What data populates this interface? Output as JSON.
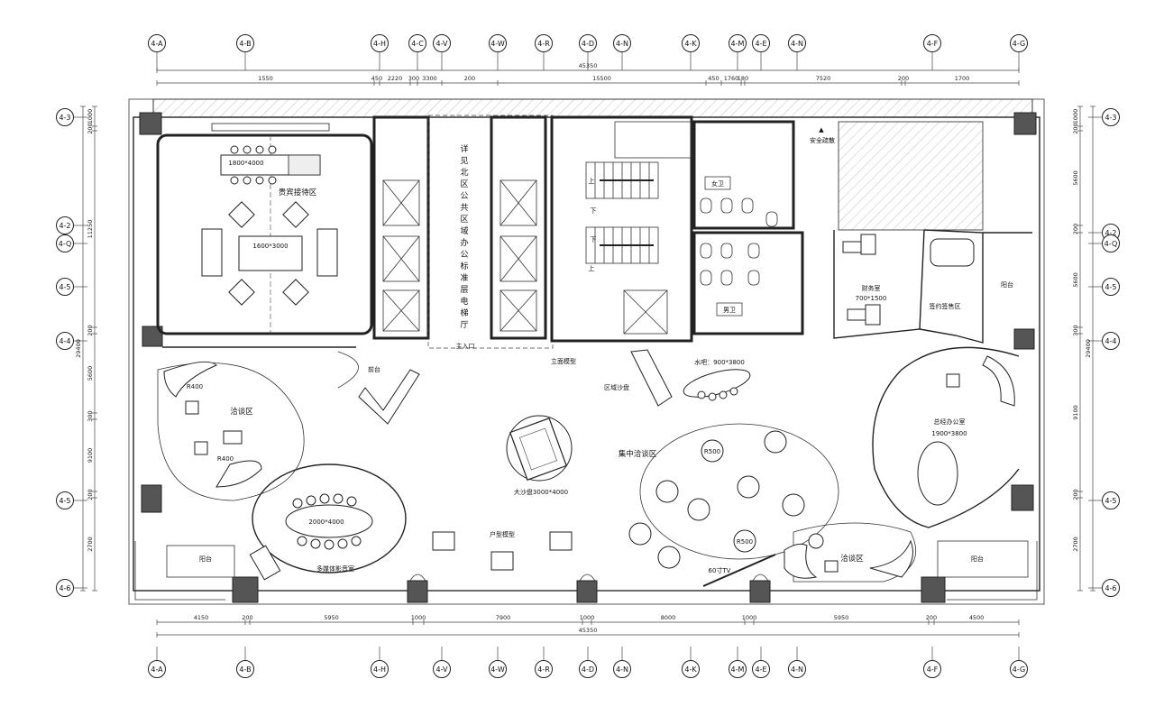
{
  "axes_top": [
    "4-A",
    "4-B",
    "4-H",
    "4-C",
    "4-V",
    "4-W",
    "4-R",
    "4-D",
    "4-N",
    "4-K",
    "4-M",
    "4-E",
    "4-N",
    "4-F",
    "4-G"
  ],
  "axes_bottom": [
    "4-A",
    "4-B",
    "4-H",
    "4-V",
    "4-W",
    "4-R",
    "4-D",
    "4-N",
    "4-K",
    "4-M",
    "4-E",
    "4-N",
    "4-F",
    "4-G"
  ],
  "axes_left": [
    "4-3",
    "4-2",
    "4-Q",
    "4-5",
    "4-4",
    "4-5",
    "4-6"
  ],
  "axes_right": [
    "4-3",
    "4-2",
    "4-Q",
    "4-5",
    "4-4",
    "4-5",
    "4-6"
  ],
  "dims": {
    "top_total": "45350",
    "top_segments": [
      "1550",
      "450",
      "2220",
      "300",
      "3300",
      "200",
      "15500",
      "450",
      "1760",
      "180",
      "7520",
      "200",
      "1700"
    ],
    "bottom_segments": [
      "4150",
      "200",
      "5950",
      "1000",
      "7900",
      "1000",
      "8000",
      "1000",
      "5950",
      "200",
      "4500"
    ],
    "bottom_total": "45350",
    "left_segments": [
      "1000",
      "200",
      "11250",
      "200",
      "5600",
      "300",
      "9100",
      "200",
      "2700"
    ],
    "left_total": "29400",
    "right_segments": [
      "1000",
      "200",
      "5600",
      "200",
      "5600",
      "300",
      "9100",
      "200",
      "2700"
    ],
    "right_total": "29400"
  },
  "rooms": {
    "vip_reception": "贵宾接待区",
    "table_1": "1800*4000",
    "table_2": "1600*3000",
    "public_elevator": "详见北区公共区域办公标准层电梯厅",
    "reception_desk": "前台",
    "main_entrance": "主入口",
    "facade_model": "立面模型",
    "regional_sandtable": "区域沙盘",
    "water_bar": "水吧：900*3800",
    "negotiation": "洽谈区",
    "r_1": "R400",
    "r_2": "R400",
    "multimedia": "多媒体影音室",
    "table_3": "2000*4000",
    "big_sandtable": "大沙盘3000*4000",
    "unit_model": "户型模型",
    "concentrated_negotiation": "集中洽谈区",
    "r_3": "R500",
    "r_4": "R500",
    "tv": "60寸TV",
    "negotiation_2": "洽谈区",
    "manager_office": "总经办公室",
    "table_4": "1900*3800",
    "finance_room": "财务室",
    "table_5": "700*1500",
    "signing_area": "签约签售区",
    "balcony_right": "阳台",
    "balcony_bl": "阳台",
    "balcony_br": "阳台",
    "female_wc": "女卫",
    "male_wc": "男卫",
    "escape": "安全疏散",
    "up_1": "上",
    "down_1": "下",
    "up_2": "上",
    "down_2": "下"
  }
}
